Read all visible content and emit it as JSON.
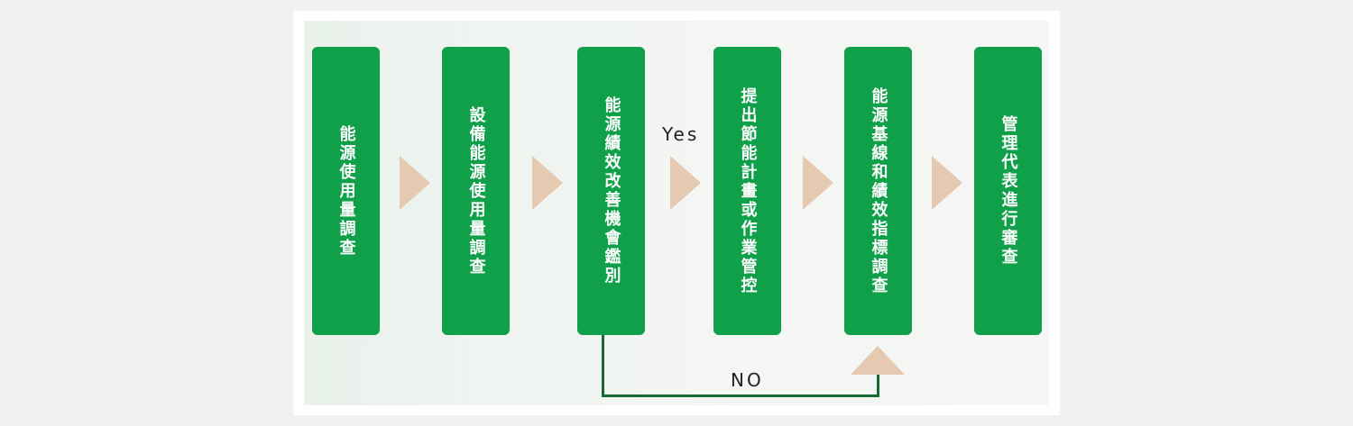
{
  "diagram": {
    "steps": [
      {
        "label": "能源使用量調查"
      },
      {
        "label": "設備能源使用量調查"
      },
      {
        "label": "能源績效改善機會鑑別"
      },
      {
        "label": "提出節能計畫或作業管控"
      },
      {
        "label": "能源基線和績效指標調查"
      },
      {
        "label": "管理代表進行審查"
      }
    ],
    "yes_label": "Yes",
    "no_label": "NO",
    "colors": {
      "step_fill": "#0fa049",
      "arrow_fill": "#e5c9b1",
      "feedback_line": "#166b32",
      "background": "#f1f1f1"
    }
  }
}
